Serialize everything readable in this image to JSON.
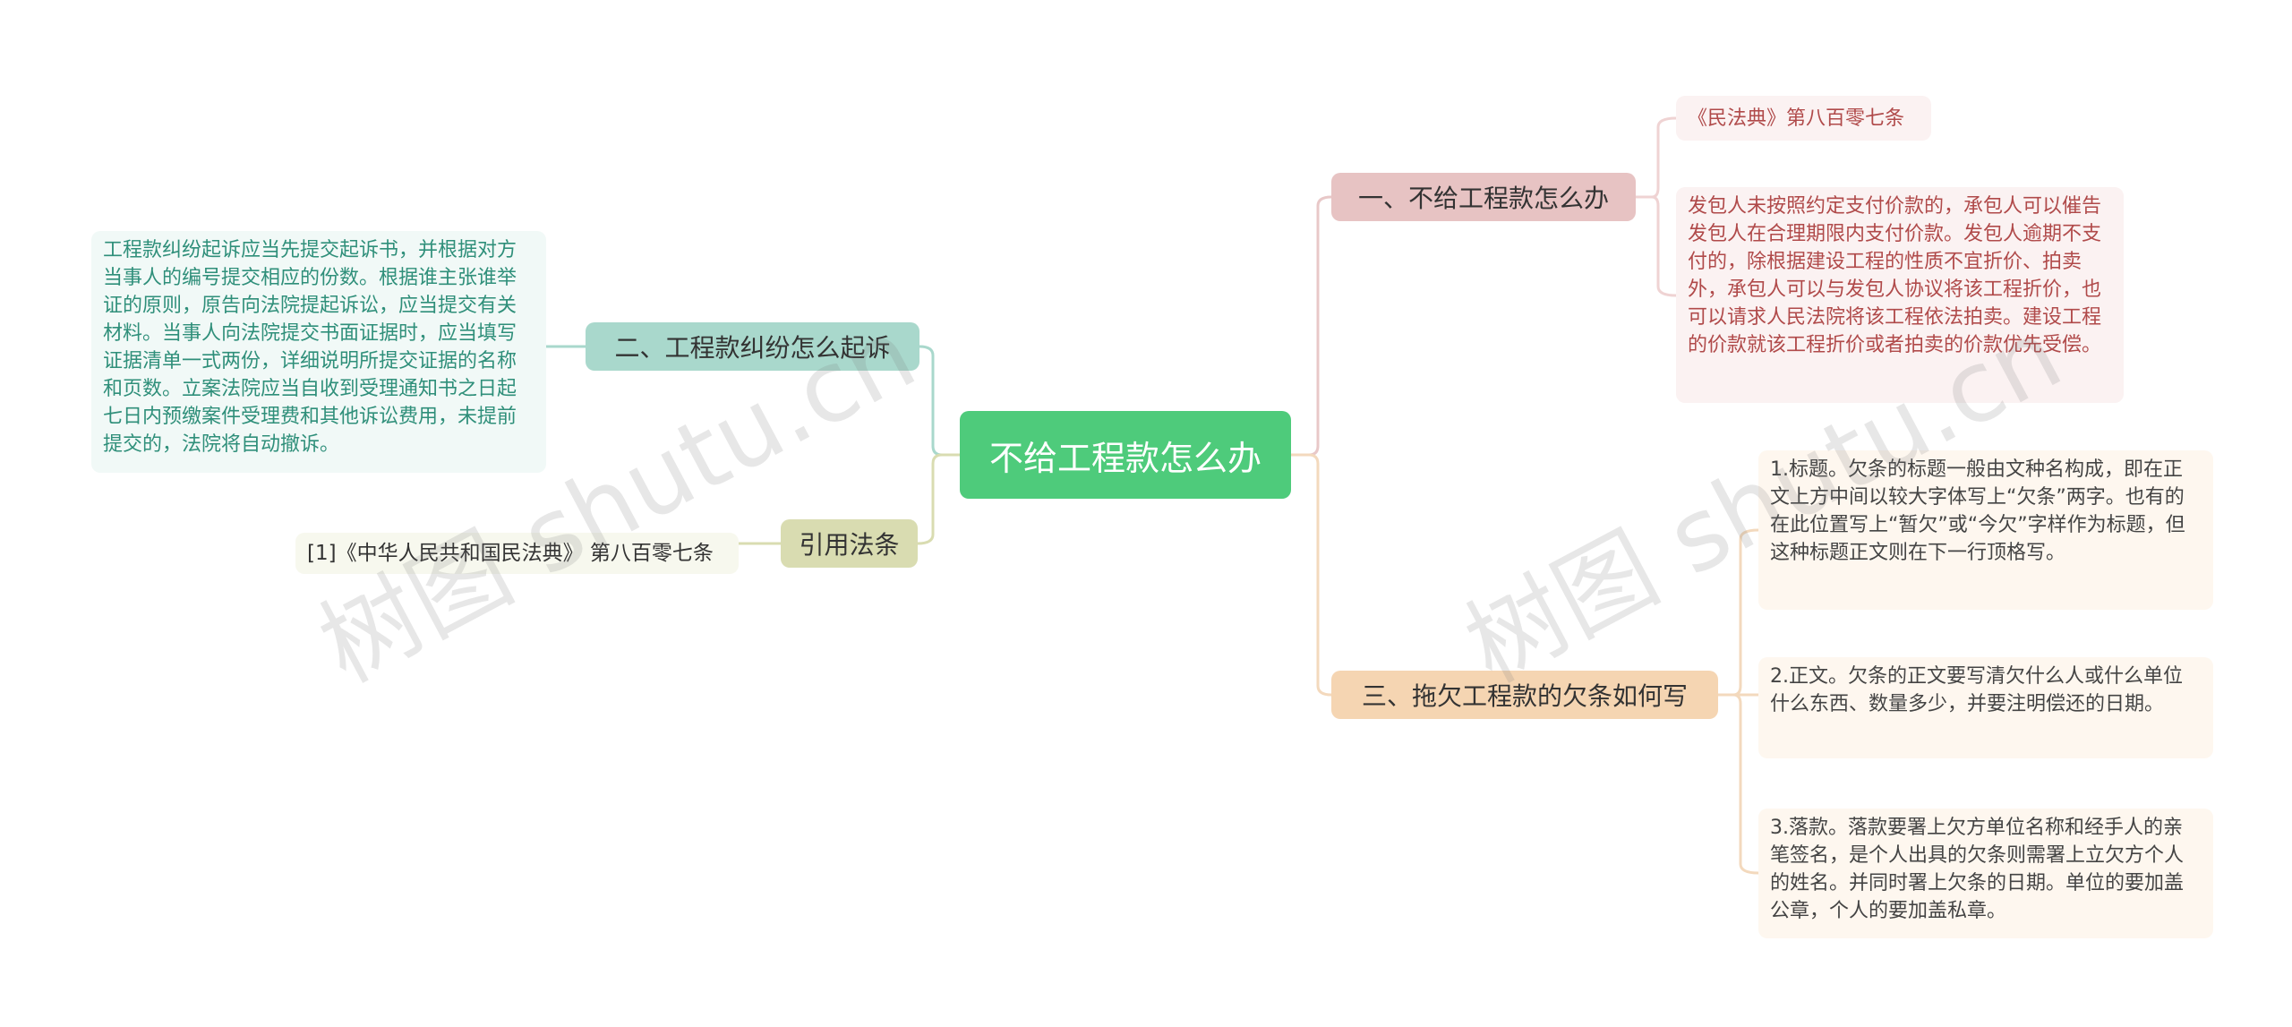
{
  "center": {
    "label": "不给工程款怎么办"
  },
  "branches": [
    {
      "label": "一、不给工程款怎么办",
      "children": [
        "《民法典》第八百零七条",
        "发包人未按照约定支付价款的，承包人可以催告发包人在合理期限内支付价款。发包人逾期不支付的，除根据建设工程的性质不宜折价、拍卖外，承包人可以与发包人协议将该工程折价，也可以请求人民法院将该工程依法拍卖。建设工程的价款就该工程折价或者拍卖的价款优先受偿。"
      ]
    },
    {
      "label": "二、工程款纠纷怎么起诉",
      "children": [
        "工程款纠纷起诉应当先提交起诉书，并根据对方当事人的编号提交相应的份数。根据谁主张谁举证的原则，原告向法院提起诉讼，应当提交有关材料。当事人向法院提交书面证据时，应当填写证据清单一式两份，详细说明所提交证据的名称和页数。立案法院应当自收到受理通知书之日起七日内预缴案件受理费和其他诉讼费用，未提前提交的，法院将自动撤诉。"
      ]
    },
    {
      "label": "引用法条",
      "children": [
        "[1]《中华人民共和国民法典》 第八百零七条"
      ]
    },
    {
      "label": "三、拖欠工程款的欠条如何写",
      "children": [
        "1.标题。欠条的标题一般由文种名构成，即在正文上方中间以较大字体写上“欠条”两字。也有的在此位置写上“暂欠”或“今欠”字样作为标题，但这种标题正文则在下一行顶格写。",
        "2.正文。欠条的正文要写清欠什么人或什么单位什么东西、数量多少，并要注明偿还的日期。",
        "3.落款。落款要署上欠方单位名称和经手人的亲笔签名，是个人出具的欠条则需署上立欠方个人的姓名。并同时署上欠条的日期。单位的要加盖公章，个人的要加盖私章。"
      ]
    }
  ],
  "watermark": "树图 shutu.cn",
  "colors": {
    "center": "#4ecb7b",
    "branch1": "#e7c3c3",
    "branch2": "#a9d8cc",
    "branch3": "#d9dcb1",
    "branch4": "#f5d5b2"
  }
}
